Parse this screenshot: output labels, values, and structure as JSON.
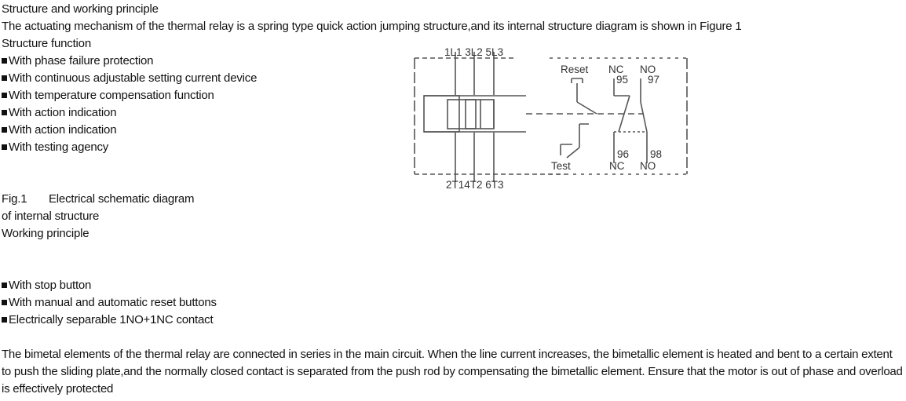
{
  "intro": {
    "heading": "Structure and working principle",
    "description": "The actuating mechanism of the thermal relay is a spring type quick action jumping structure,and its internal structure diagram is shown in Figure 1",
    "function_heading": "Structure function"
  },
  "structure_functions": [
    "With phase failure protection",
    "With continuous adjustable setting current device",
    "With temperature compensation function",
    "With action indication",
    "With action indication",
    "With  testing agency"
  ],
  "figure": {
    "number": "Fig.1",
    "caption_line1": "Electrical schematic diagram",
    "caption_line2": "of internal structure",
    "terminals_top": "1L1 3L2 5L3",
    "terminals_bottom": "2T14T2 6T3",
    "reset_label": "Reset",
    "test_label": "Test",
    "nc_top": "NC",
    "no_top": "NO",
    "pin_95": "95",
    "pin_97": "97",
    "pin_96": "96",
    "pin_98": "98",
    "nc_bottom": "NC",
    "no_bottom": "NO"
  },
  "working_principle": {
    "heading": "Working principle",
    "features": [
      "With stop button",
      "With manual and automatic reset  buttons",
      "Electrically separable  1NO+1NC contact"
    ],
    "description": "The bimetal elements of the thermal relay are connected in series in the main circuit. When the line  current  increases, the bimetallic element is heated and bent to a certain extent to push the sliding plate,and the normally closed contact is separated from the push rod by compensating the bimetallic element. Ensure that the motor is out of phase and overload is effectively protected"
  }
}
